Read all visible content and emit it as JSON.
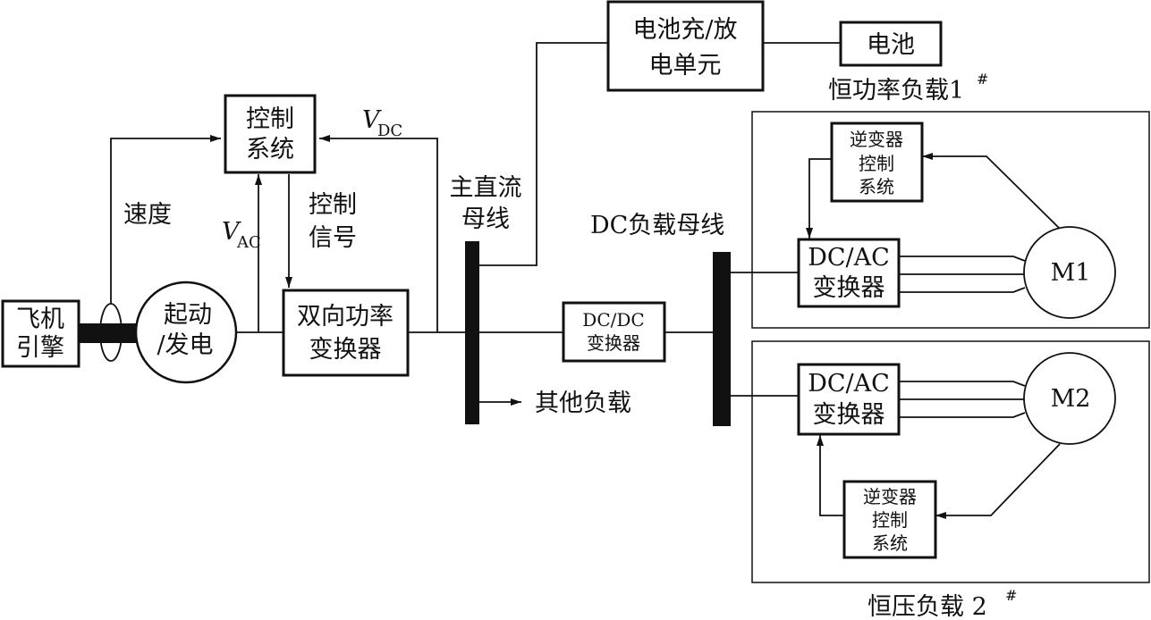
{
  "blocks": {
    "engine": [
      "飞机",
      "引擎"
    ],
    "starter_generator": [
      "起动",
      "/发电"
    ],
    "control_system": [
      "控制",
      "系统"
    ],
    "bidirectional_converter": [
      "双向功率",
      "变换器"
    ],
    "battery_unit": [
      "电池充/放",
      "电单元"
    ],
    "battery": "电池",
    "dcdc_converter": [
      "DC/DC",
      "变换器"
    ],
    "dcac_converter_1": [
      "DC/AC",
      "变换器"
    ],
    "dcac_converter_2": [
      "DC/AC",
      "变换器"
    ],
    "inverter_control_1": [
      "逆变器",
      "控制",
      "系统"
    ],
    "inverter_control_2": [
      "逆变器",
      "控制",
      "系统"
    ],
    "motor_1": "M1",
    "motor_2": "M2"
  },
  "labels": {
    "speed": "速度",
    "vac_main": "V",
    "vac_sub": "AC",
    "vdc_main": "V",
    "vdc_sub": "DC",
    "control_signal": [
      "控制",
      "信号"
    ],
    "main_dc_bus": [
      "主直流",
      "母线"
    ],
    "dc_load_bus": "DC负载母线",
    "other_loads": "其他负载",
    "constant_power_load": "恒功率负载1",
    "constant_power_sup": "#",
    "constant_voltage_load": "恒压负载 2",
    "constant_voltage_sup": "#"
  }
}
